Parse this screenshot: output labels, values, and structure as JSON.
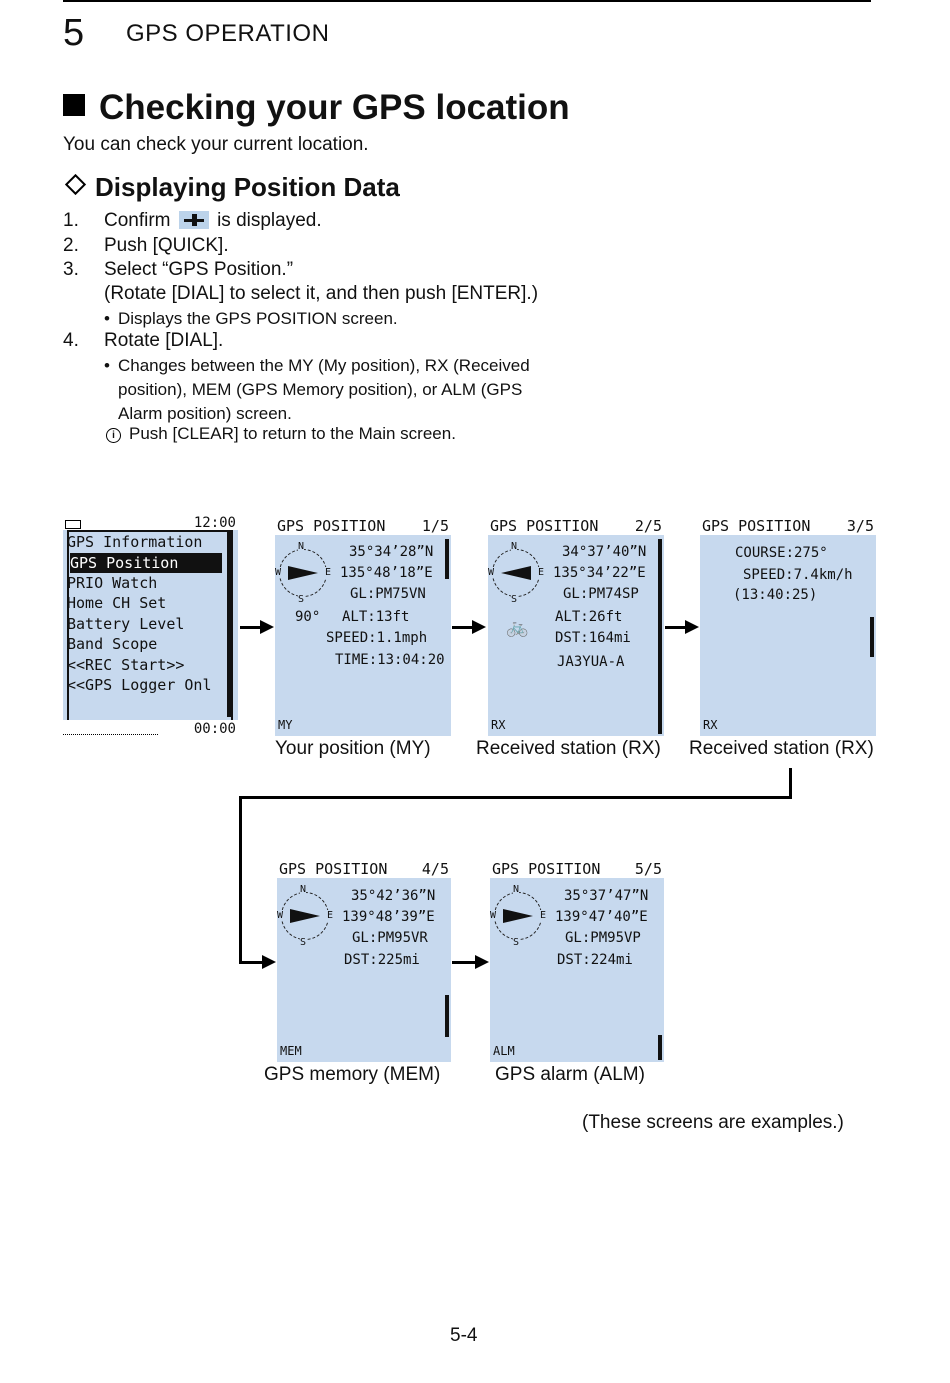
{
  "header": {
    "chapter_number": "5",
    "chapter_title": "GPS OPERATION"
  },
  "section": {
    "title": "Checking your GPS location",
    "intro": "You can check your current location."
  },
  "subsection": {
    "title": "Displaying Position Data"
  },
  "steps": [
    {
      "num": "1.",
      "before": "Confirm",
      "after": "is displayed.",
      "icon": "gps-icon"
    },
    {
      "num": "2.",
      "text": "Push [QUICK]."
    },
    {
      "num": "3.",
      "text": "Select “GPS Position.”",
      "text2": "(Rotate [DIAL] to select it, and then push [ENTER].)",
      "bullet": "Displays the GPS POSITION screen."
    },
    {
      "num": "4.",
      "text": "Rotate [DIAL].",
      "bullet_lines": [
        "Changes between the MY (My position), RX (Received",
        "position), MEM (GPS Memory position), or ALM (GPS",
        "Alarm position) screen."
      ],
      "info": "Push [CLEAR] to return to the Main screen."
    }
  ],
  "menu_screen": {
    "time": "12:00",
    "items": [
      "GPS Information",
      "GPS Position",
      "PRIO Watch",
      "Home CH Set",
      "Battery Level",
      "Band Scope",
      "<<REC Start>>",
      "<<GPS Logger Onl"
    ],
    "selected": "GPS Position",
    "footer": "00:00"
  },
  "screens": [
    {
      "header": "GPS POSITION",
      "page": "1/5",
      "lat": "35°34’28”N",
      "lon": "135°48’18”E",
      "gl": "GL:PM75VN",
      "heading": "90°",
      "alt": "ALT:13ft",
      "speed": "SPEED:1.1mph",
      "time": "TIME:13:04:20",
      "tag": "MY",
      "caption": "Your position (MY)"
    },
    {
      "header": "GPS POSITION",
      "page": "2/5",
      "lat": "34°37’40”N",
      "lon": "135°34’22”E",
      "gl": "GL:PM74SP",
      "alt": "ALT:26ft",
      "dst": "DST:164mi",
      "call": "JA3YUA-A",
      "tag": "RX",
      "caption": "Received station (RX)"
    },
    {
      "header": "GPS POSITION",
      "page": "3/5",
      "course": "COURSE:275°",
      "speed": "SPEED:7.4km/h",
      "time": "(13:40:25)",
      "tag": "RX",
      "caption": "Received station (RX)"
    },
    {
      "header": "GPS POSITION",
      "page": "4/5",
      "lat": "35°42’36”N",
      "lon": "139°48’39”E",
      "gl": "GL:PM95VR",
      "dst": "DST:225mi",
      "tag": "MEM",
      "caption": "GPS memory (MEM)"
    },
    {
      "header": "GPS POSITION",
      "page": "5/5",
      "lat": "35°37’47”N",
      "lon": "139°47’40”E",
      "gl": "GL:PM95VP",
      "dst": "DST:224mi",
      "tag": "ALM",
      "caption": "GPS alarm (ALM)"
    }
  ],
  "compass": {
    "n": "N",
    "s": "S",
    "w": "W",
    "e": "E"
  },
  "note": "(These screens are examples.)",
  "page_number": "5-4"
}
